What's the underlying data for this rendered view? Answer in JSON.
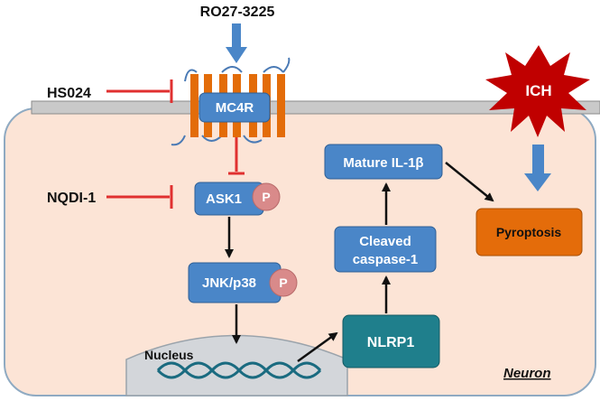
{
  "drugs": {
    "agonist": "RO27-3225",
    "mc4r_antagonist": "HS024",
    "ask1_inhibitor": "NQDI-1"
  },
  "nodes": {
    "mc4r": "MC4R",
    "ask1": "ASK1",
    "jnk": "JNK/p38",
    "nlrp1": "NLRP1",
    "caspase_line1": "Cleaved",
    "caspase_line2": "caspase-1",
    "il1b": "Mature IL-1β",
    "pyroptosis": "Pyroptosis",
    "ich": "ICH"
  },
  "phospho": "P",
  "nucleus": "Nucleus",
  "cell_label": "Neuron",
  "colors": {
    "cell_fill": "#fce4d6",
    "membrane": "#c9c9c9",
    "node_blue": "#4a86c8",
    "node_teal": "#1f7f8c",
    "pyroptosis": "#e46c0a",
    "ich_star": "#c00000",
    "inhibit_red": "#e03030",
    "phospho_pink": "#d98a8a",
    "receptor_orange": "#e36c09",
    "dna_teal": "#1a6b80"
  }
}
